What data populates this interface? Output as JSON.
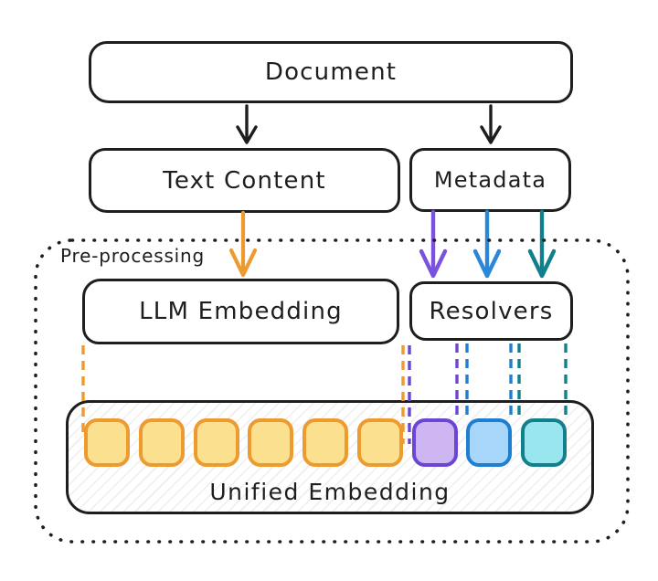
{
  "diagram": {
    "type": "flow-diagram",
    "nodes": {
      "document": "Document",
      "text_content": "Text Content",
      "metadata": "Metadata",
      "preprocessing": "Pre-processing",
      "llm_embedding": "LLM Embedding",
      "resolvers": "Resolvers",
      "unified_embedding": "Unified Embedding"
    },
    "edges": [
      {
        "from": "document",
        "to": "text_content",
        "style": "solid-arrow",
        "color_key": "ink"
      },
      {
        "from": "document",
        "to": "metadata",
        "style": "solid-arrow",
        "color_key": "ink"
      },
      {
        "from": "text_content",
        "to": "llm_embedding",
        "style": "solid-arrow",
        "color_key": "orange"
      },
      {
        "from": "metadata",
        "to": "resolvers",
        "style": "solid-arrow",
        "color_key": "purple_arrow"
      },
      {
        "from": "metadata",
        "to": "resolvers",
        "style": "solid-arrow",
        "color_key": "blue_arrow"
      },
      {
        "from": "metadata",
        "to": "resolvers",
        "style": "solid-arrow",
        "color_key": "teal"
      },
      {
        "from": "llm_embedding",
        "to": "unified_embedding",
        "style": "dashed",
        "color_key": "orange"
      },
      {
        "from": "resolvers",
        "to": "unified_embedding",
        "style": "dashed",
        "color_key": "purple"
      },
      {
        "from": "resolvers",
        "to": "unified_embedding",
        "style": "dashed",
        "color_key": "blue"
      },
      {
        "from": "resolvers",
        "to": "unified_embedding",
        "style": "dashed",
        "color_key": "teal"
      }
    ],
    "groups": [
      {
        "label_key": "preprocessing",
        "contains": [
          "llm_embedding",
          "resolvers",
          "unified_embedding"
        ],
        "border": "dotted"
      }
    ]
  },
  "embedding_cells": [
    {
      "color": "yellow",
      "source": "llm_embedding"
    },
    {
      "color": "yellow",
      "source": "llm_embedding"
    },
    {
      "color": "yellow",
      "source": "llm_embedding"
    },
    {
      "color": "yellow",
      "source": "llm_embedding"
    },
    {
      "color": "yellow",
      "source": "llm_embedding"
    },
    {
      "color": "yellow",
      "source": "llm_embedding"
    },
    {
      "color": "purple",
      "source": "resolvers"
    },
    {
      "color": "blue",
      "source": "resolvers"
    },
    {
      "color": "cyan",
      "source": "resolvers"
    }
  ],
  "colors": {
    "ink": "#1e1e1e",
    "orange": "#ED9A2F",
    "yellow_fill": "#FBE18F",
    "purple": "#6B46D5",
    "purple_arrow": "#7B52E0",
    "purple_fill": "#CDB6F1",
    "blue": "#1E7FD2",
    "blue_arrow": "#2B87D8",
    "blue_fill": "#A8D6FA",
    "teal": "#12808C",
    "cyan_fill": "#9AE6EE"
  }
}
